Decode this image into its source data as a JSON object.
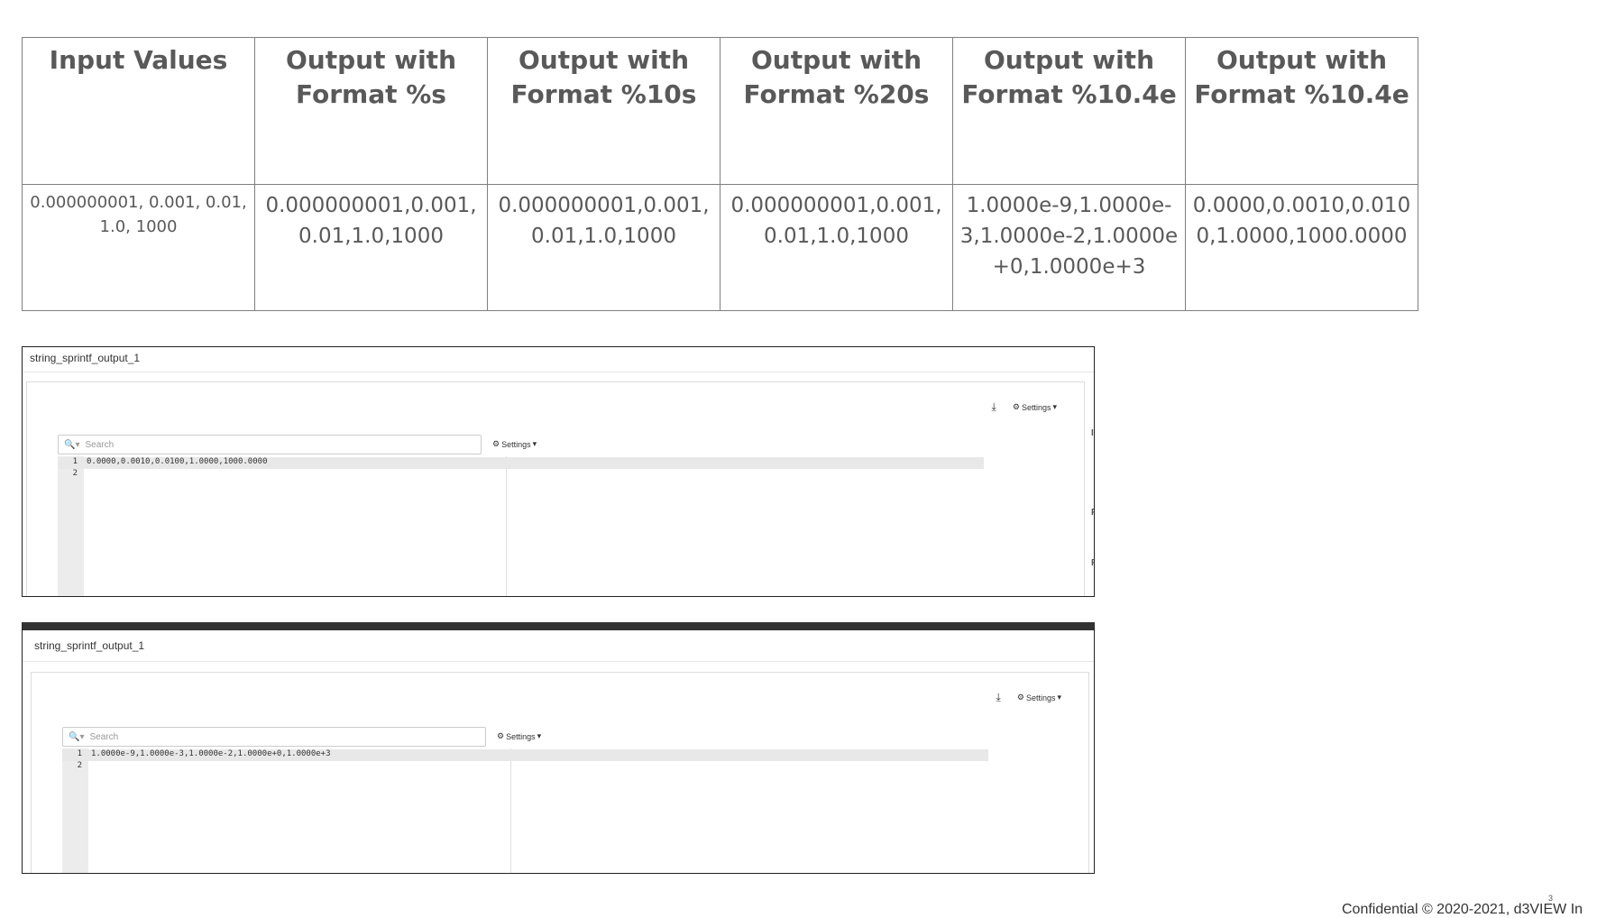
{
  "table": {
    "headers": [
      [
        "Input Values",
        ""
      ],
      [
        "Output with",
        "Format %s"
      ],
      [
        "Output with",
        "Format %10s"
      ],
      [
        "Output with",
        "Format %20s"
      ],
      [
        "Output with",
        "Format %10.4e"
      ],
      [
        "Output with",
        "Format %10.4e"
      ]
    ],
    "cells": [
      "0.000000001, 0.001, 0.01, 1.0, 1000",
      "0.000000001,0.001,0.01,1.0,1000",
      "0.000000001,0.001,0.01,1.0,1000",
      "0.000000001,0.001,0.01,1.0,1000",
      "1.0000e-9,1.0000e-3,1.0000e-2,1.0000e+0,1.0000e+3",
      "0.0000,0.0010,0.0100,1.0000,1000.0000"
    ]
  },
  "screenshots": [
    {
      "title": "string_sprintf_output_1",
      "settings_label": "Settings",
      "search_placeholder": "Search",
      "lines": [
        {
          "num": "1",
          "code": "0.0000,0.0010,0.0100,1.0000,1000.0000"
        },
        {
          "num": "2",
          "code": ""
        }
      ],
      "side_letters": [
        "Ir",
        "Fi",
        "Fi"
      ]
    },
    {
      "title": "string_sprintf_output_1",
      "settings_label": "Settings",
      "search_placeholder": "Search",
      "lines": [
        {
          "num": "1",
          "code": "1.0000e-9,1.0000e-3,1.0000e-2,1.0000e+0,1.0000e+3"
        },
        {
          "num": "2",
          "code": ""
        }
      ]
    }
  ],
  "footer": {
    "confidential": "Confidential © 2020-2021, d3VIEW In",
    "page_number": "3"
  },
  "icons": {
    "download": "download-icon",
    "gear": "gear-icon",
    "search": "search-icon",
    "caret": "caret-down-icon"
  }
}
